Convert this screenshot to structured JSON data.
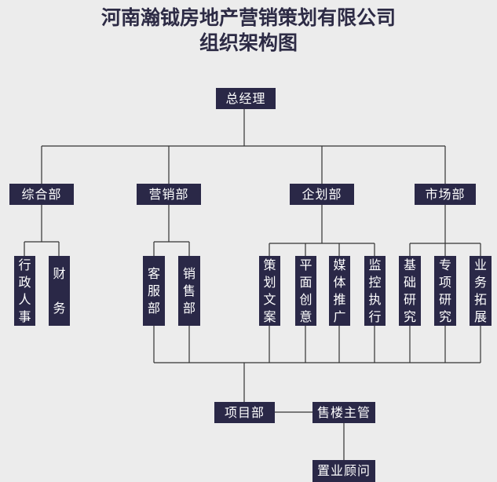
{
  "title": {
    "line1": "河南瀚钺房地产营销策划有限公司",
    "line2": "组织架构图"
  },
  "top": "总经理",
  "departments": [
    "综合部",
    "营销部",
    "企划部",
    "市场部"
  ],
  "sub_units": [
    {
      "label": "行政人事",
      "chars": [
        "行",
        "政",
        "人",
        "事"
      ]
    },
    {
      "label": "财务",
      "chars": [
        "财",
        "",
        "务"
      ]
    },
    {
      "label": "客服部",
      "chars": [
        "客",
        "服",
        "部"
      ]
    },
    {
      "label": "销售部",
      "chars": [
        "销",
        "售",
        "部"
      ]
    },
    {
      "label": "策划文案",
      "chars": [
        "策",
        "划",
        "文",
        "案"
      ]
    },
    {
      "label": "平面创意",
      "chars": [
        "平",
        "面",
        "创",
        "意"
      ]
    },
    {
      "label": "媒体推广",
      "chars": [
        "媒",
        "体",
        "推",
        "广"
      ]
    },
    {
      "label": "监控执行",
      "chars": [
        "监",
        "控",
        "执",
        "行"
      ]
    },
    {
      "label": "基础研究",
      "chars": [
        "基",
        "础",
        "研",
        "究"
      ]
    },
    {
      "label": "专项研究",
      "chars": [
        "专",
        "项",
        "研",
        "究"
      ]
    },
    {
      "label": "业务拓展",
      "chars": [
        "业",
        "务",
        "拓",
        "展"
      ]
    }
  ],
  "project": "项目部",
  "sales_manager": "售楼主管",
  "consultant": "置业顾问"
}
